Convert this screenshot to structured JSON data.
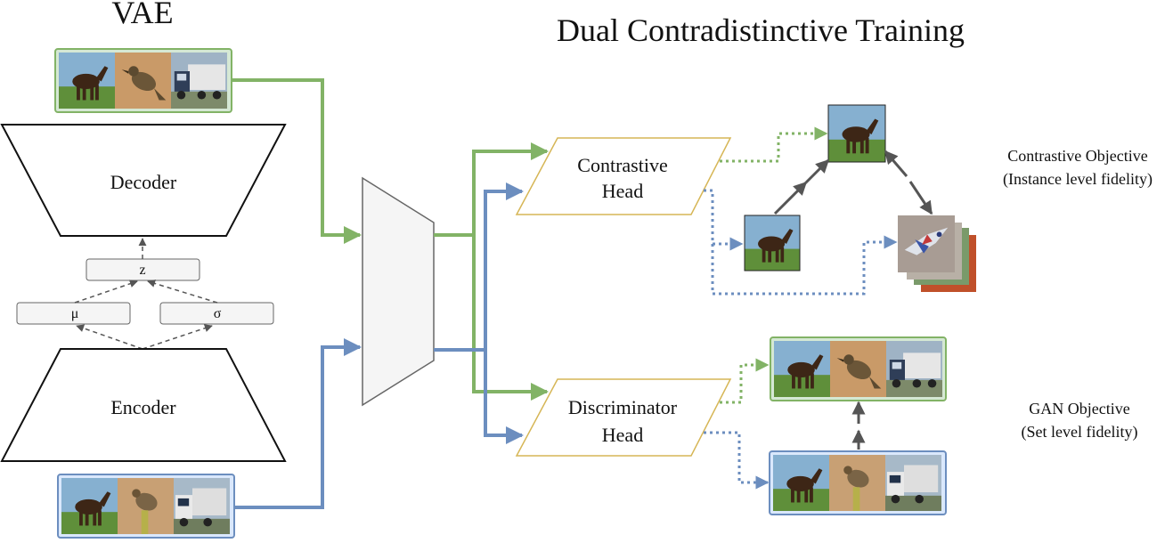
{
  "titles": {
    "vae": "VAE",
    "dual": "Dual Contradistinctive Training"
  },
  "vae": {
    "decoder_label": "Decoder",
    "encoder_label": "Encoder",
    "z_label": "z",
    "mu_label": "μ",
    "sigma_label": "σ"
  },
  "heads": {
    "contrastive_line1": "Contrastive",
    "contrastive_line2": "Head",
    "discriminator_line1": "Discriminator",
    "discriminator_line2": "Head"
  },
  "objectives": {
    "contrastive_line1": "Contrastive Objective",
    "contrastive_line2": "(Instance level fidelity)",
    "gan_line1": "GAN Objective",
    "gan_line2": "(Set level fidelity)"
  },
  "colors": {
    "green": "#82b366",
    "blue": "#6c8ebf",
    "green_fill": "#d5e8d4",
    "blue_fill": "#dae8fc",
    "head_border": "#d6b656",
    "gray_fill": "#f5f5f5",
    "gray_stroke": "#666666",
    "thumb_sky": "#7aa6c9",
    "thumb_grass": "#5f8f3a",
    "thumb_horse": "#4a2f1e",
    "thumb_bird_bg": "#c79a6a",
    "thumb_bird": "#6e5a3c",
    "thumb_truck": "#e8e8e8",
    "thumb_plane": "#c8ccd6"
  },
  "icons": {
    "horse": "horse-icon",
    "bird": "bird-icon",
    "truck": "truck-icon",
    "plane": "airplane-icon"
  }
}
